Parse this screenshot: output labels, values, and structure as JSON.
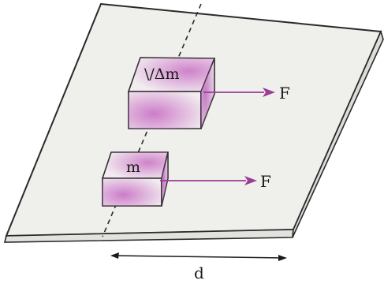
{
  "labels": {
    "big_mass": "\\/Δm",
    "small_mass": "m",
    "force_top": "F",
    "force_bottom": "F",
    "distance": "d"
  },
  "colors": {
    "plate_fill": "#efefec",
    "plate_edge": "#2a2a2a",
    "box_face": "#f4f2f2",
    "box_pink": "#c86fc4",
    "arrow": "#9a3d97",
    "dashed_line": "#2a2a2a"
  }
}
